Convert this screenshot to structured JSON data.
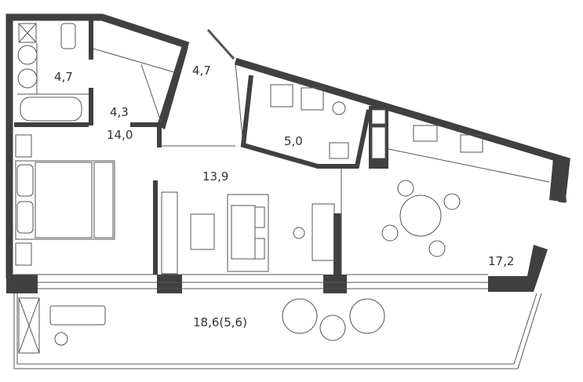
{
  "plan": {
    "rooms": [
      {
        "id": "bathroom",
        "area": "4,7"
      },
      {
        "id": "wardrobe",
        "area": "4,3"
      },
      {
        "id": "bedroom",
        "area": "14,0"
      },
      {
        "id": "hallway",
        "area": "4,7"
      },
      {
        "id": "laundry",
        "area": "5,0"
      },
      {
        "id": "living-room",
        "area": "13,9"
      },
      {
        "id": "kitchen-dining",
        "area": "17,2"
      },
      {
        "id": "terrace",
        "area": "18,6(5,6)"
      }
    ],
    "wall_color": "#404040"
  }
}
